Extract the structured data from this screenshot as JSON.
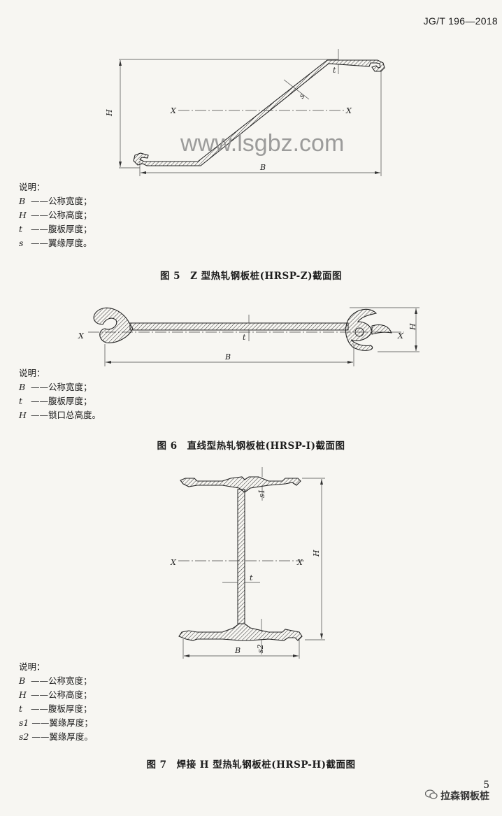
{
  "header": {
    "standard_no": "JG/T 196—2018"
  },
  "watermark": "www.lsgbz.com",
  "figures": [
    {
      "dims": {
        "H": "H",
        "B": "B",
        "t": "t",
        "s": "s",
        "X_left": "X",
        "X_right": "X"
      },
      "legend_title": "说明：",
      "legend": [
        {
          "sym": "B",
          "text": "——公称宽度；"
        },
        {
          "sym": "H",
          "text": "——公称高度；"
        },
        {
          "sym": "t",
          "text": "——腹板厚度；"
        },
        {
          "sym": "s",
          "text": "——翼缘厚度。"
        }
      ],
      "caption": "图 5　Z 型热轧钢板桩(HRSP-Z)截面图"
    },
    {
      "dims": {
        "B": "B",
        "t": "t",
        "H": "H",
        "X_left": "X",
        "X_right": "X"
      },
      "legend_title": "说明：",
      "legend": [
        {
          "sym": "B",
          "text": "——公称宽度；"
        },
        {
          "sym": "t",
          "text": "——腹板厚度；"
        },
        {
          "sym": "H",
          "text": "——锁口总高度。"
        }
      ],
      "caption": "图 6　直线型热轧钢板桩(HRSP-I)截面图"
    },
    {
      "dims": {
        "s1": "s1",
        "H": "H",
        "t": "t",
        "B": "B",
        "s2": "s2",
        "X_left": "X",
        "X_right": "X"
      },
      "legend_title": "说明：",
      "legend": [
        {
          "sym": "B",
          "text": "——公称宽度；"
        },
        {
          "sym": "H",
          "text": "——公称高度；"
        },
        {
          "sym": "t",
          "text": "——腹板厚度；"
        },
        {
          "sym": "s1",
          "text": "——翼缘厚度；"
        },
        {
          "sym": "s2",
          "text": "——翼缘厚度。"
        }
      ],
      "caption": "图 7　焊接 H 型热轧钢板桩(HRSP-H)截面图"
    }
  ],
  "footer": {
    "page": "5",
    "brand": "拉森钢板桩",
    "brand_icon": "wechat-icon"
  }
}
